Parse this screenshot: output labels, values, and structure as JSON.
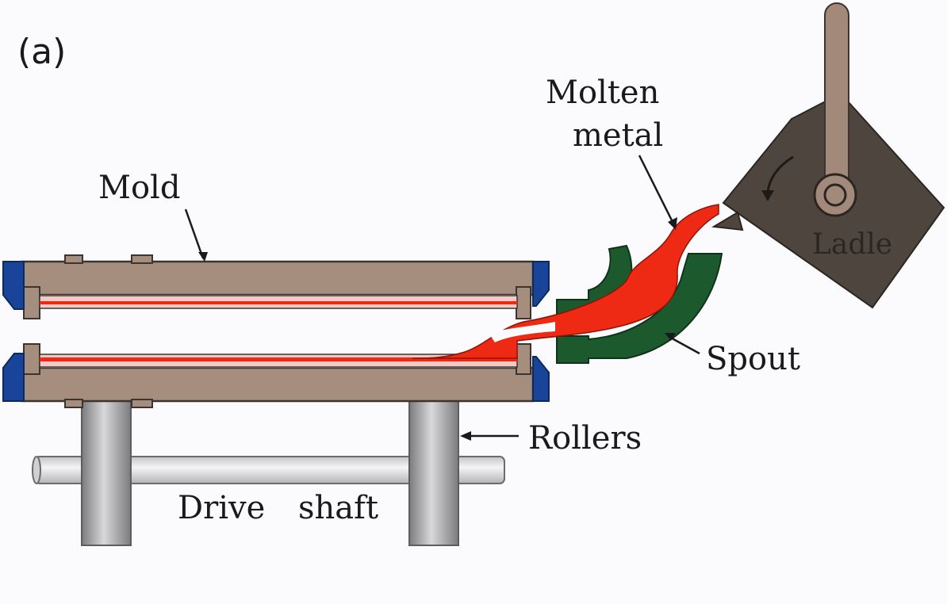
{
  "figure": {
    "panel_label": "(a)"
  },
  "labels": {
    "mold": "Mold",
    "molten_metal_line1": "Molten",
    "molten_metal_line2": "metal",
    "ladle": "Ladle",
    "spout": "Spout",
    "rollers": "Rollers",
    "drive": "Drive",
    "shaft": "shaft"
  },
  "colors": {
    "mold": "#a58e7e",
    "mold_stroke": "#3d3430",
    "molten": "#ee2a14",
    "spout": "#1c5a2e",
    "ladle": "#4f453f",
    "ladle_arm": "#a2897a",
    "flange": "#18459a",
    "roller": "#8a8a8c",
    "shaft": "#e6e6e8"
  }
}
